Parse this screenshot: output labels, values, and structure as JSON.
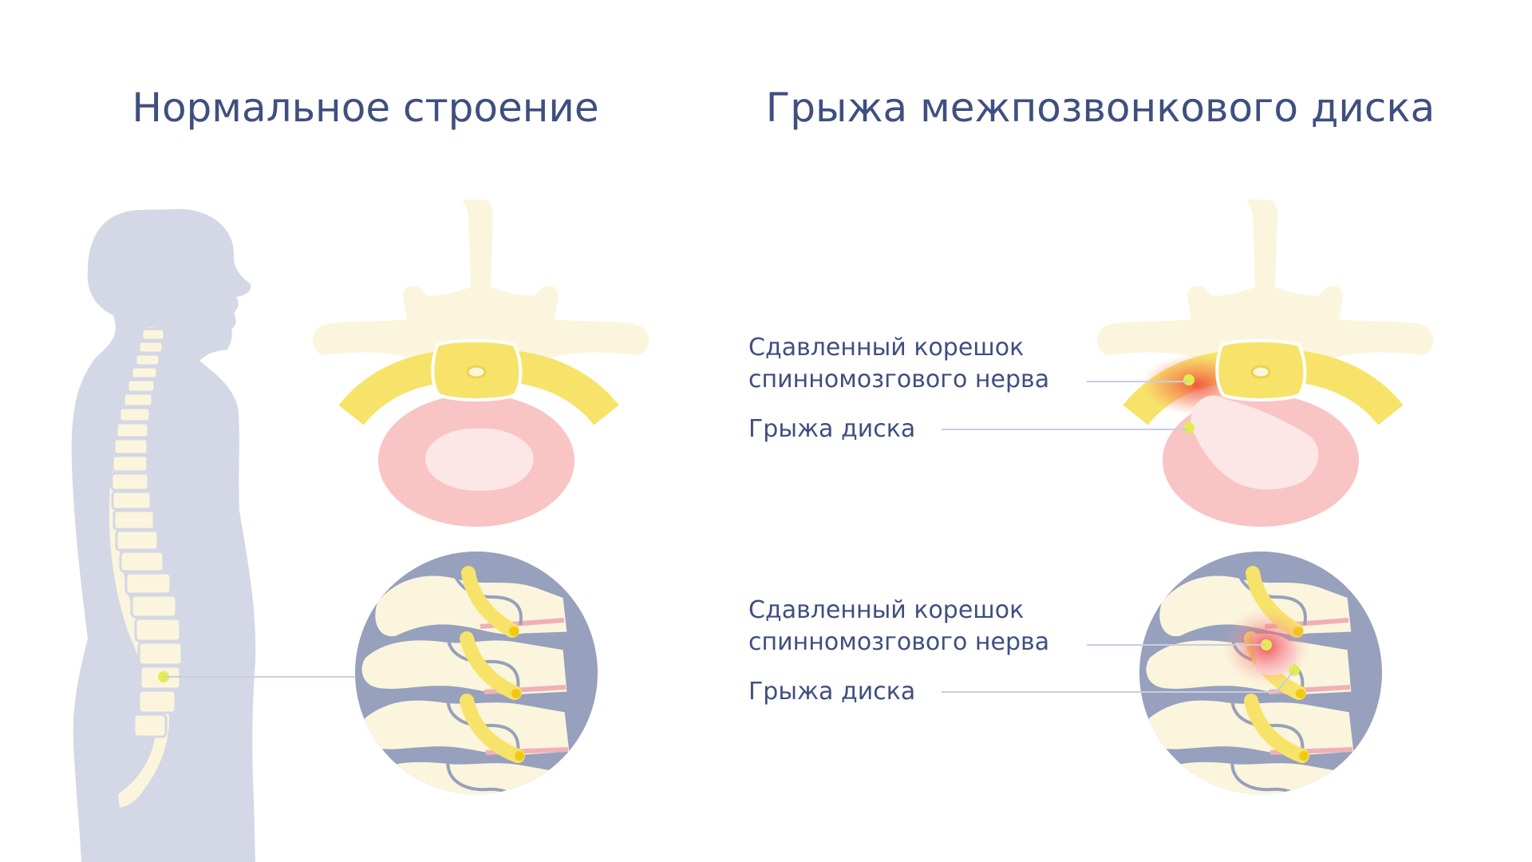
{
  "titles": {
    "normal": "Нормальное строение",
    "hernia": "Грыжа межпозвонкового диска"
  },
  "labels": {
    "top": {
      "nerve_line1": "Сдавленный корешок",
      "nerve_line2": "спинномозгового нерва",
      "hernia": "Грыжа диска"
    },
    "bottom": {
      "nerve_line1": "Сдавленный корешок",
      "nerve_line2": "спинномозгового нерва",
      "hernia": "Грыжа диска"
    }
  },
  "colors": {
    "text": "#3f4f7f",
    "silhouette": "#d4d7e5",
    "bone": "#faf5dc",
    "nerve": "#f7e36a",
    "disc": "#f8c4c4",
    "nucleus": "#fde6e6",
    "circle_bg": "#97a0bd",
    "highlight": "#e3ec4f",
    "pain": "#ef4a3c",
    "leader": "#c9cde0"
  }
}
